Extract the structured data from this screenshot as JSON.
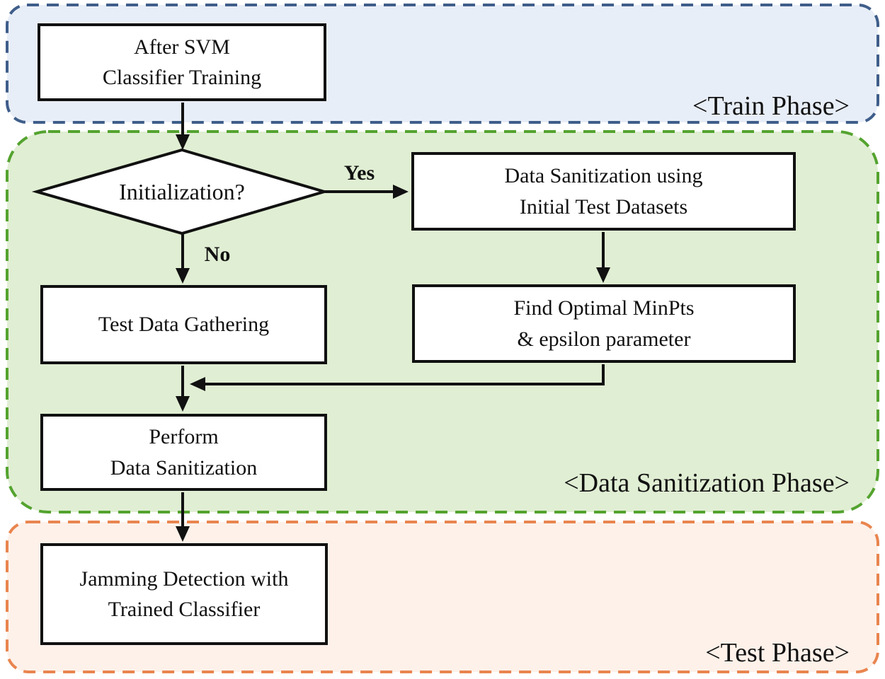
{
  "diagram": {
    "phases": {
      "train": "<Train Phase>",
      "data_sanitization": "<Data Sanitization Phase>",
      "test": "<Test Phase>"
    },
    "nodes": {
      "after_svm": "After SVM\nClassifier Training",
      "initialization": "Initialization?",
      "data_sanitization_using": "Data Sanitization using\nInitial Test Datasets",
      "test_data_gathering": "Test Data Gathering",
      "find_optimal": "Find Optimal MinPts\n& epsilon parameter",
      "perform_sanitization": "Perform\nData Sanitization",
      "jamming_detection": "Jamming Detection with\nTrained Classifier"
    },
    "edge_labels": {
      "yes": "Yes",
      "no": "No"
    },
    "colors": {
      "train_phase_fill": "#e8eef8",
      "train_phase_border": "#3f5e8a",
      "sanitization_phase_fill": "#e0eed3",
      "sanitization_phase_border": "#54a32f",
      "test_phase_fill": "#fdf1e9",
      "test_phase_border": "#e9854f",
      "node_fill": "#ffffff",
      "node_border": "#111111",
      "arrow": "#111111"
    }
  }
}
